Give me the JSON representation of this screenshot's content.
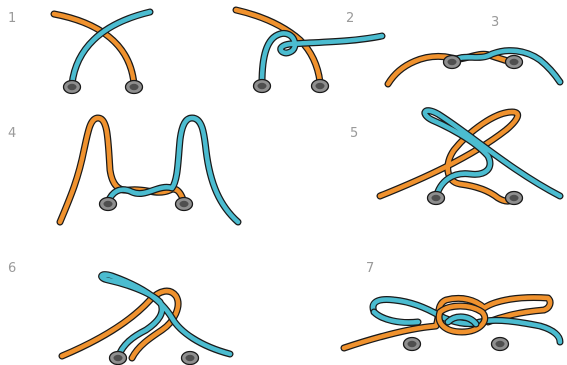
{
  "colors": {
    "cord_a": "#f0922e",
    "cord_b": "#4bbcd0",
    "outline": "#1a1a1a",
    "eyelet_ring": "#8f8f8f",
    "eyelet_core": "#4f4f4f",
    "step_number": "#9a9a9a"
  },
  "steps": [
    {
      "number": "1"
    },
    {
      "number": "2"
    },
    {
      "number": "3"
    },
    {
      "number": "4"
    },
    {
      "number": "5"
    },
    {
      "number": "6"
    },
    {
      "number": "7"
    }
  ]
}
